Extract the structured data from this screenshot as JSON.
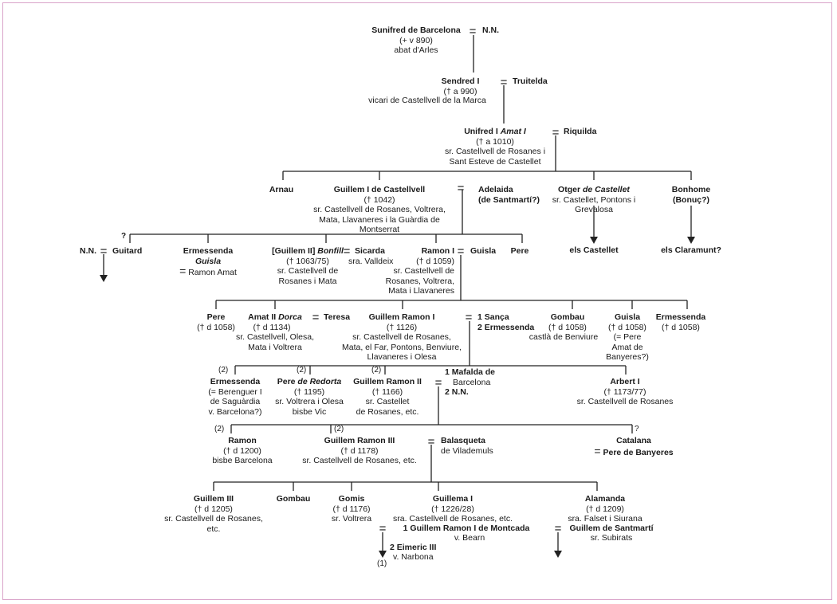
{
  "title": "Genealogia dels Castellvell",
  "symbols": {
    "marriage": "=",
    "question": "?",
    "line2": "(2)",
    "line1": "(1)"
  },
  "persons": {
    "sunifred": {
      "name": "Sunifred de Barcelona",
      "dates": "(+ v 890)",
      "title": "abat d'Arles"
    },
    "nn_sunifred_spouse": {
      "name": "N.N."
    },
    "sendred": {
      "name": "Sendred I",
      "dates": "(† a 990)",
      "title": "vicari de Castellvell de la Marca"
    },
    "truitelda": {
      "name": "Truitelda"
    },
    "unifred": {
      "name": "Unifred I",
      "alias": "Amat I",
      "dates": "(† a 1010)",
      "title_1": "sr. Castellvell de Rosanes i",
      "title_2": "Sant Esteve de Castellet"
    },
    "riquilda": {
      "name": "Riquilda"
    },
    "arnau": {
      "name": "Arnau"
    },
    "guillem1": {
      "name": "Guillem I de Castellvell",
      "dates": "(† 1042)",
      "title_1": "sr. Castellvell de Rosanes, Voltrera,",
      "title_2": "Mata, Llavaneres i la Guàrdia de",
      "title_3": "Montserrat"
    },
    "adelaida": {
      "name_1": "Adelaida",
      "name_2": "(de Santmartí?)"
    },
    "otger": {
      "name": "Otger",
      "alias": "de Castellet",
      "title_1": "sr. Castellet, Pontons i",
      "title_2": "Grevalosa"
    },
    "bonhome": {
      "name_1": "Bonhome",
      "name_2": "(Bonuç?)"
    },
    "els_castellet": {
      "name": "els Castellet"
    },
    "els_claramunt": {
      "name": "els Claramunt?"
    },
    "nn_guitard_spouse": {
      "name": "N.N."
    },
    "guitard": {
      "name": "Guitard"
    },
    "ermessenda_guisla": {
      "name": "Ermessenda",
      "alias": "Guisla",
      "spouse": "Ramon Amat"
    },
    "guillem2": {
      "name": "[Guillem II]",
      "alias": "Bonfill",
      "dates": "(† 1063/75)",
      "title_1": "sr. Castellvell de",
      "title_2": "Rosanes i Mata"
    },
    "sicarda": {
      "name": "Sicarda",
      "title": "sra. Valldeix"
    },
    "ramon1": {
      "name": "Ramon I",
      "dates": "(† d 1059)",
      "title_1": "sr. Castellvell de",
      "title_2": "Rosanes, Voltrera,",
      "title_3": "Mata i Llavaneres"
    },
    "guisla_ramon_spouse": {
      "name": "Guisla"
    },
    "pere_gen3": {
      "name": "Pere"
    },
    "pere_gen4": {
      "name": "Pere",
      "dates": "(† d 1058)"
    },
    "amat2": {
      "name": "Amat II",
      "alias": "Dorca",
      "dates": "(† d 1134)",
      "title_1": "sr. Castellvell, Olesa,",
      "title_2": "Mata i Voltrera"
    },
    "teresa": {
      "name": "Teresa"
    },
    "guillem_ramon1": {
      "name": "Guillem Ramon I",
      "dates": "(† 1126)",
      "title_1": "sr. Castellvell de Rosanes,",
      "title_2": "Mata, el Far, Pontons, Benviure,",
      "title_3": "Llavaneres i Olesa"
    },
    "spouses_gr1": {
      "first": "1 Sança",
      "second": "2 Ermessenda"
    },
    "gombau_gen4": {
      "name": "Gombau",
      "dates": "(† d 1058)",
      "title": "castlà de Benviure"
    },
    "guisla_gen4": {
      "name": "Guisla",
      "dates": "(† d 1058)",
      "spouse_1": "(= Pere",
      "spouse_2": "Amat de",
      "spouse_3": "Banyeres?)"
    },
    "ermessenda_gen4": {
      "name": "Ermessenda",
      "dates": "(† d 1058)"
    },
    "ermessenda_gen5": {
      "name": "Ermessenda",
      "spouse_1": "(= Berenguer I",
      "spouse_2": "de Saguàrdia",
      "spouse_3": "v. Barcelona?)"
    },
    "pere_redorta": {
      "name": "Pere",
      "alias": "de Redorta",
      "dates": "(† 1195)",
      "title_1": "sr. Voltrera i Olesa",
      "title_2": "bisbe Vic"
    },
    "guillem_ramon2": {
      "name": "Guillem Ramon II",
      "dates": "(† 1166)",
      "title_1": "sr. Castellet",
      "title_2": "de Rosanes, etc."
    },
    "spouses_gr2": {
      "first_1": "1 Mafalda de",
      "first_2": "Barcelona",
      "second": "2 N.N."
    },
    "arbert1": {
      "name": "Arbert I",
      "dates": "(† 1173/77)",
      "title": "sr. Castellvell de Rosanes"
    },
    "ramon_bisbe": {
      "name": "Ramon",
      "dates": "(† d 1200)",
      "title": "bisbe Barcelona"
    },
    "guillem_ramon3": {
      "name": "Guillem Ramon III",
      "dates": "(† d 1178)",
      "title": "sr. Castellvell de Rosanes, etc."
    },
    "balasqueta": {
      "name": "Balasqueta",
      "title": "de Vilademuls"
    },
    "catalana": {
      "name": "Catalana",
      "spouse": "Pere de Banyeres"
    },
    "guillem3": {
      "name": "Guillem III",
      "dates": "(† d 1205)",
      "title_1": "sr. Castellvell de Rosanes,",
      "title_2": "etc."
    },
    "gombau_gen7": {
      "name": "Gombau"
    },
    "gomis": {
      "name": "Gomis",
      "dates": "(† d 1176)",
      "title": "sr. Voltrera"
    },
    "guillema1": {
      "name": "Guillema I",
      "dates": "(† 1226/28)",
      "title": "sra. Castellvell de Rosanes, etc.",
      "spouse1": "1 Guillem Ramon I de Montcada",
      "spouse1_title": "v. Bearn",
      "spouse2": "2 Eimeric III",
      "spouse2_title": "v. Narbona"
    },
    "alamanda": {
      "name": "Alamanda",
      "dates": "(† d 1209)",
      "title": "sra. Falset i Siurana",
      "spouse": "Guillem de Santmartí",
      "spouse_title": "sr. Subirats"
    }
  }
}
